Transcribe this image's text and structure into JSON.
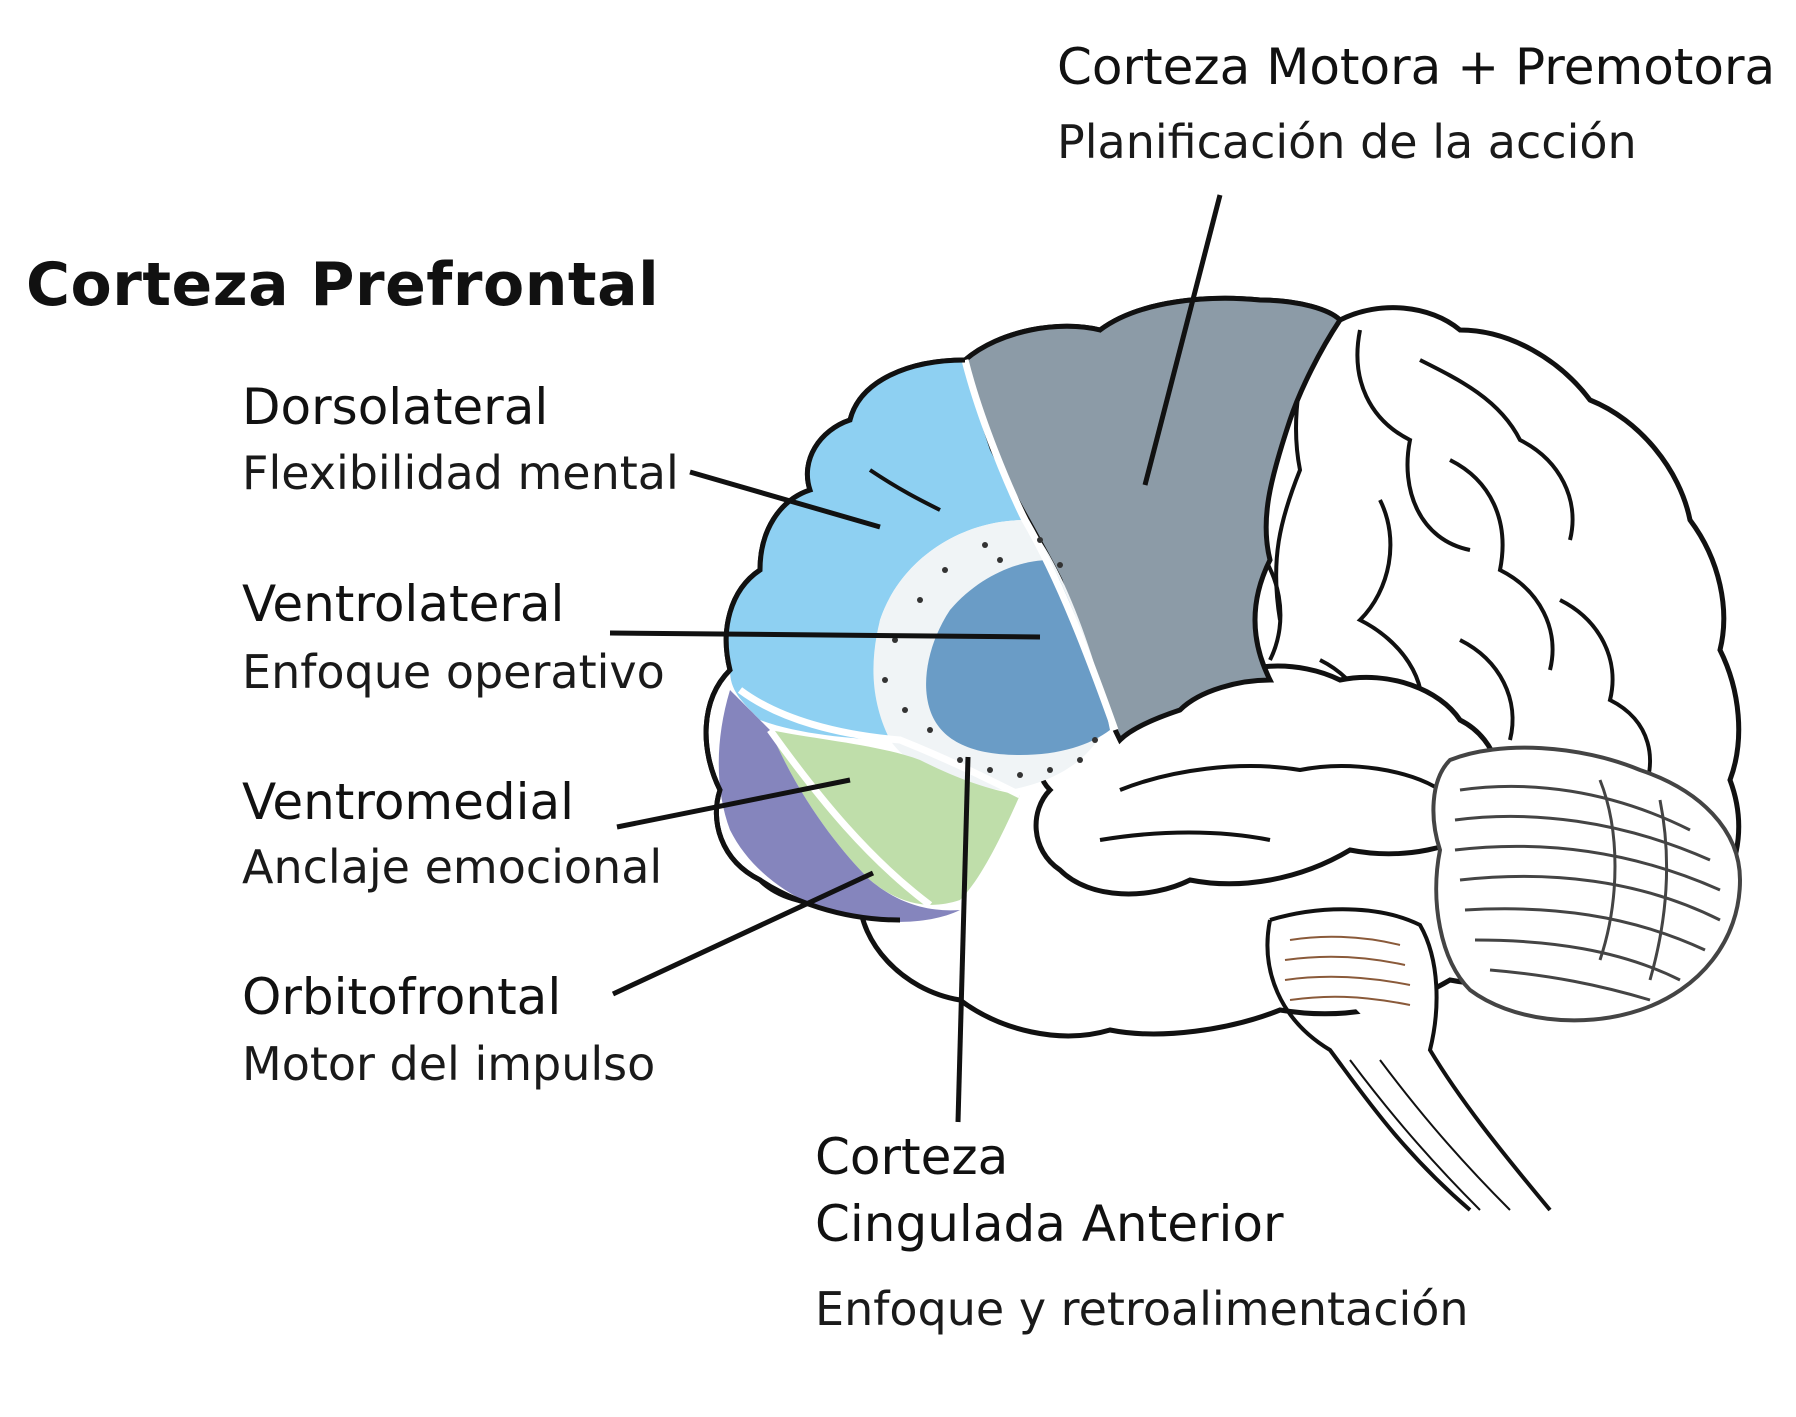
{
  "title": "Corteza Prefrontal",
  "regions": {
    "dorsolateral": {
      "name": "Dorsolateral",
      "desc": "Flexibilidad mental",
      "color": "#8ed0f2"
    },
    "ventrolateral": {
      "name": "Ventrolateral",
      "desc": "Enfoque operativo",
      "color": "#6a9cc6"
    },
    "ventromedial": {
      "name": "Ventromedial",
      "desc": "Anclaje emocional",
      "color": "#bfdeaa"
    },
    "orbitofrontal": {
      "name": "Orbitofrontal",
      "desc": "Motor del impulso",
      "color": "#8585bd"
    },
    "motor": {
      "name": "Corteza Motora + Premotora",
      "desc": "Planificación de la acción",
      "color": "#8c9ba7"
    },
    "cingulate": {
      "name_line1": "Corteza",
      "name_line2": "Cingulada Anterior",
      "desc": "Enfoque y retroalimentación",
      "color": "#f0f4f6"
    }
  },
  "colors": {
    "outline": "#111111",
    "cerebellum_stroke": "#444444",
    "brainstem_accent": "#8a5a3a"
  }
}
